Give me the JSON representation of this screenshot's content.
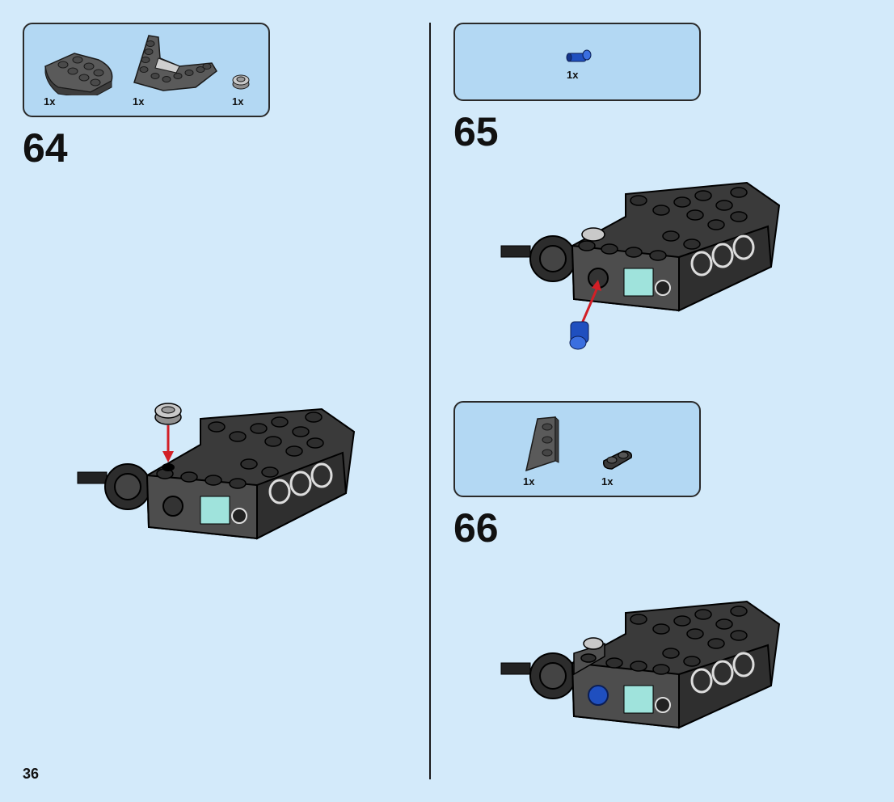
{
  "page": {
    "number": "36"
  },
  "steps": [
    {
      "number": "64",
      "parts": [
        {
          "name": "dark-gray-round-plate-quarter",
          "qty": "1x"
        },
        {
          "name": "dark-gray-wedge-plate",
          "qty": "1x"
        },
        {
          "name": "light-gray-round-plate-1x1",
          "qty": "1x"
        }
      ]
    },
    {
      "number": "65",
      "parts": [
        {
          "name": "blue-pin-connector",
          "qty": "1x"
        }
      ]
    },
    {
      "number": "66",
      "parts": [
        {
          "name": "dark-gray-wedge-plate-small",
          "qty": "1x"
        },
        {
          "name": "black-plate-1x2-rounded",
          "qty": "1x"
        }
      ]
    }
  ],
  "colors": {
    "background": "#d3eafa",
    "parts_box": "#b3d8f3",
    "arrow": "#d21f26",
    "dark_brick": "#3c3c3c",
    "blue_part": "#1f4fbf",
    "trans_cyan": "#9fe3dc"
  }
}
